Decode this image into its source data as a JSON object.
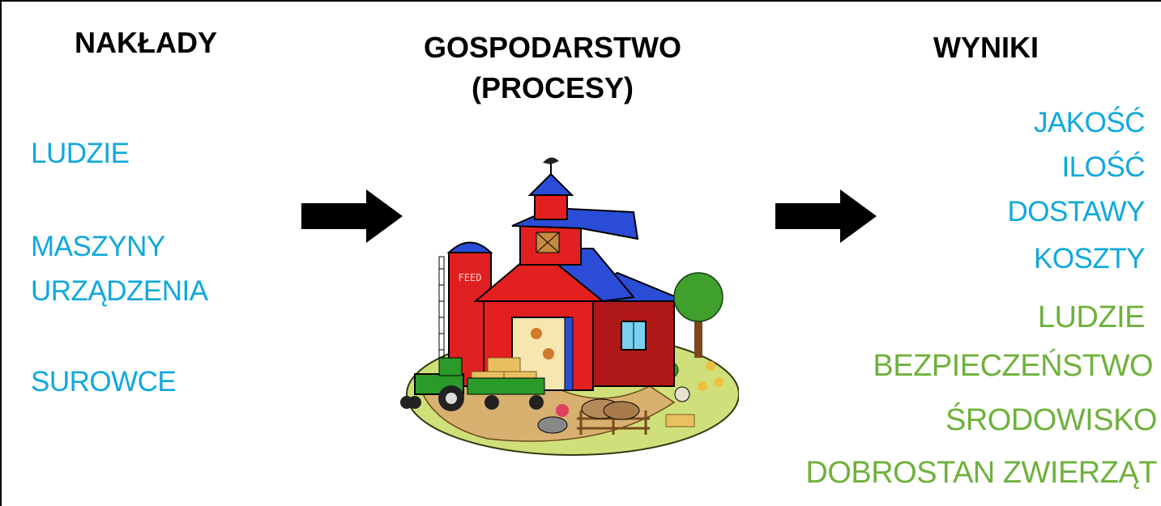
{
  "inputs": {
    "title": "NAKŁADY",
    "items": [
      "LUDZIE",
      "MASZYNY",
      "URZĄDZENIA",
      "SUROWCE"
    ]
  },
  "process": {
    "title_line1": "GOSPODARSTWO",
    "title_line2": "(PROCESY)",
    "silo_label": "FEED"
  },
  "outputs": {
    "title": "WYNIKI",
    "primary": [
      "JAKOŚĆ",
      "ILOŚĆ",
      "DOSTAWY",
      "KOSZTY"
    ],
    "secondary": [
      "LUDZIE",
      "BEZPIECZEŃSTWO",
      "ŚRODOWISKO",
      "DOBROSTAN ZWIERZĄT"
    ]
  },
  "colors": {
    "primary_text": "#10a8dc",
    "secondary_text": "#6fb13c",
    "arrow": "#000000"
  },
  "icons": [
    "right-arrow-icon",
    "farm-barn-icon"
  ]
}
